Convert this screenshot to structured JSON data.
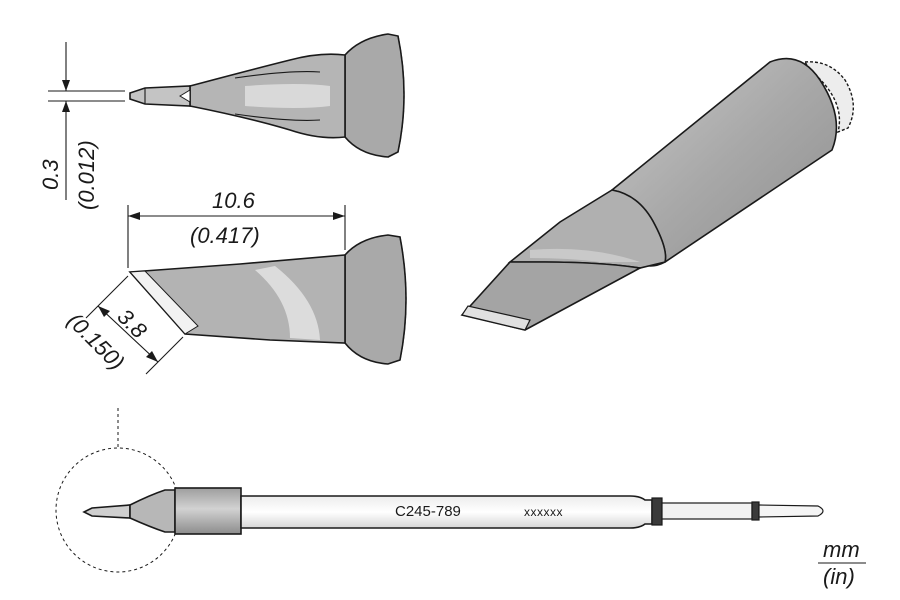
{
  "dimensions": {
    "thickness": {
      "mm": "0.3",
      "inch": "(0.012)"
    },
    "length": {
      "mm": "10.6",
      "inch": "(0.417)"
    },
    "width": {
      "mm": "3.8",
      "inch": "(0.150)"
    }
  },
  "cartridge": {
    "model": "C245-789",
    "code": "xxxxxx"
  },
  "units": {
    "metric": "mm",
    "imperial": "(in)"
  },
  "colors": {
    "metal": "#a7a7a7",
    "metal_light": "#d9d9d9",
    "metal_dark": "#7a7a7a",
    "line": "#1a1a1a"
  }
}
